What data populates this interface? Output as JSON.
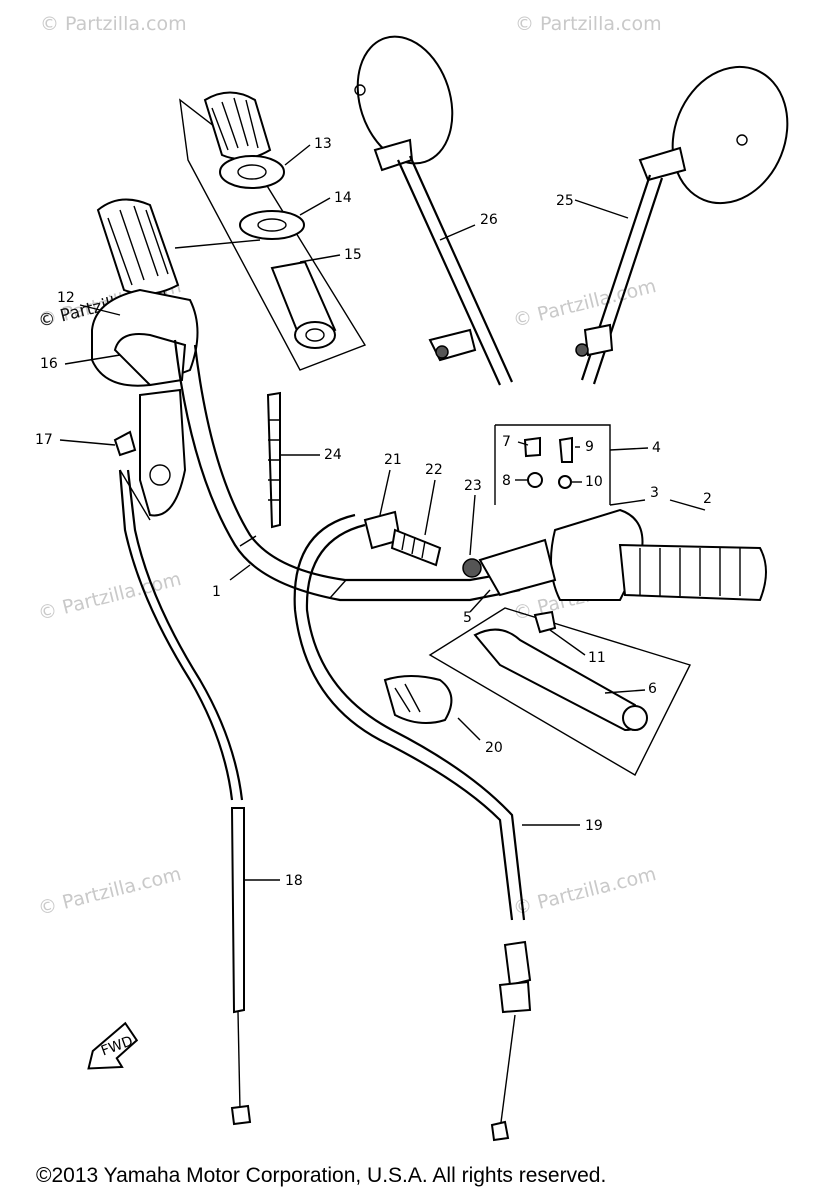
{
  "watermark": "© Partzilla.com",
  "fwd_badge": "FWD",
  "copyright": "©2013  Yamaha Motor Corporation, U.S.A. All rights reserved.",
  "callouts": [
    {
      "id": "1",
      "label": "1"
    },
    {
      "id": "2",
      "label": "2"
    },
    {
      "id": "3",
      "label": "3"
    },
    {
      "id": "4",
      "label": "4"
    },
    {
      "id": "5",
      "label": "5"
    },
    {
      "id": "6",
      "label": "6"
    },
    {
      "id": "7",
      "label": "7"
    },
    {
      "id": "8",
      "label": "8"
    },
    {
      "id": "9",
      "label": "9"
    },
    {
      "id": "10",
      "label": "10"
    },
    {
      "id": "11",
      "label": "11"
    },
    {
      "id": "12",
      "label": "12"
    },
    {
      "id": "13",
      "label": "13"
    },
    {
      "id": "14",
      "label": "14"
    },
    {
      "id": "15",
      "label": "15"
    },
    {
      "id": "16",
      "label": "16"
    },
    {
      "id": "17",
      "label": "17"
    },
    {
      "id": "18",
      "label": "18"
    },
    {
      "id": "19",
      "label": "19"
    },
    {
      "id": "20",
      "label": "20"
    },
    {
      "id": "21",
      "label": "21"
    },
    {
      "id": "22",
      "label": "22"
    },
    {
      "id": "23",
      "label": "23"
    },
    {
      "id": "24",
      "label": "24"
    },
    {
      "id": "25",
      "label": "25"
    },
    {
      "id": "26",
      "label": "26"
    }
  ]
}
